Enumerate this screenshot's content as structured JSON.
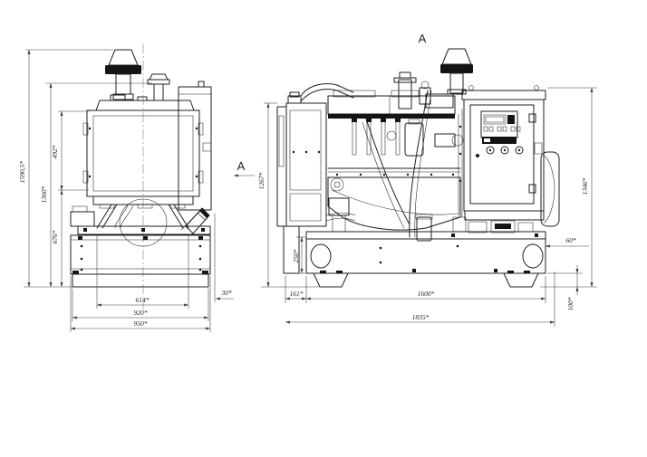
{
  "page": {
    "background": "#ffffff",
    "line_color": "#1f1f1f",
    "dimension_color": "#3a3a3a"
  },
  "labels": {
    "view_marker": "A",
    "section_cut": "A"
  },
  "dims": {
    "front_total_height": "1590,5*",
    "front_height_1360": "1360*",
    "front_radiator_core_height": "492*",
    "front_lower_section_height": "676*",
    "front_span_614": "614*",
    "front_skid_width": "920*",
    "front_frame_width": "950*",
    "front_rear_overhang": "30*",
    "side_height_1267": "1267*",
    "side_overall_height": "1346*",
    "side_frame_height": "250*",
    "side_front_offset": "161*",
    "side_frame_length": "1600*",
    "side_overall_length": "1835*",
    "side_hole_offset": "60*",
    "side_skid_foot_height": "100*"
  }
}
